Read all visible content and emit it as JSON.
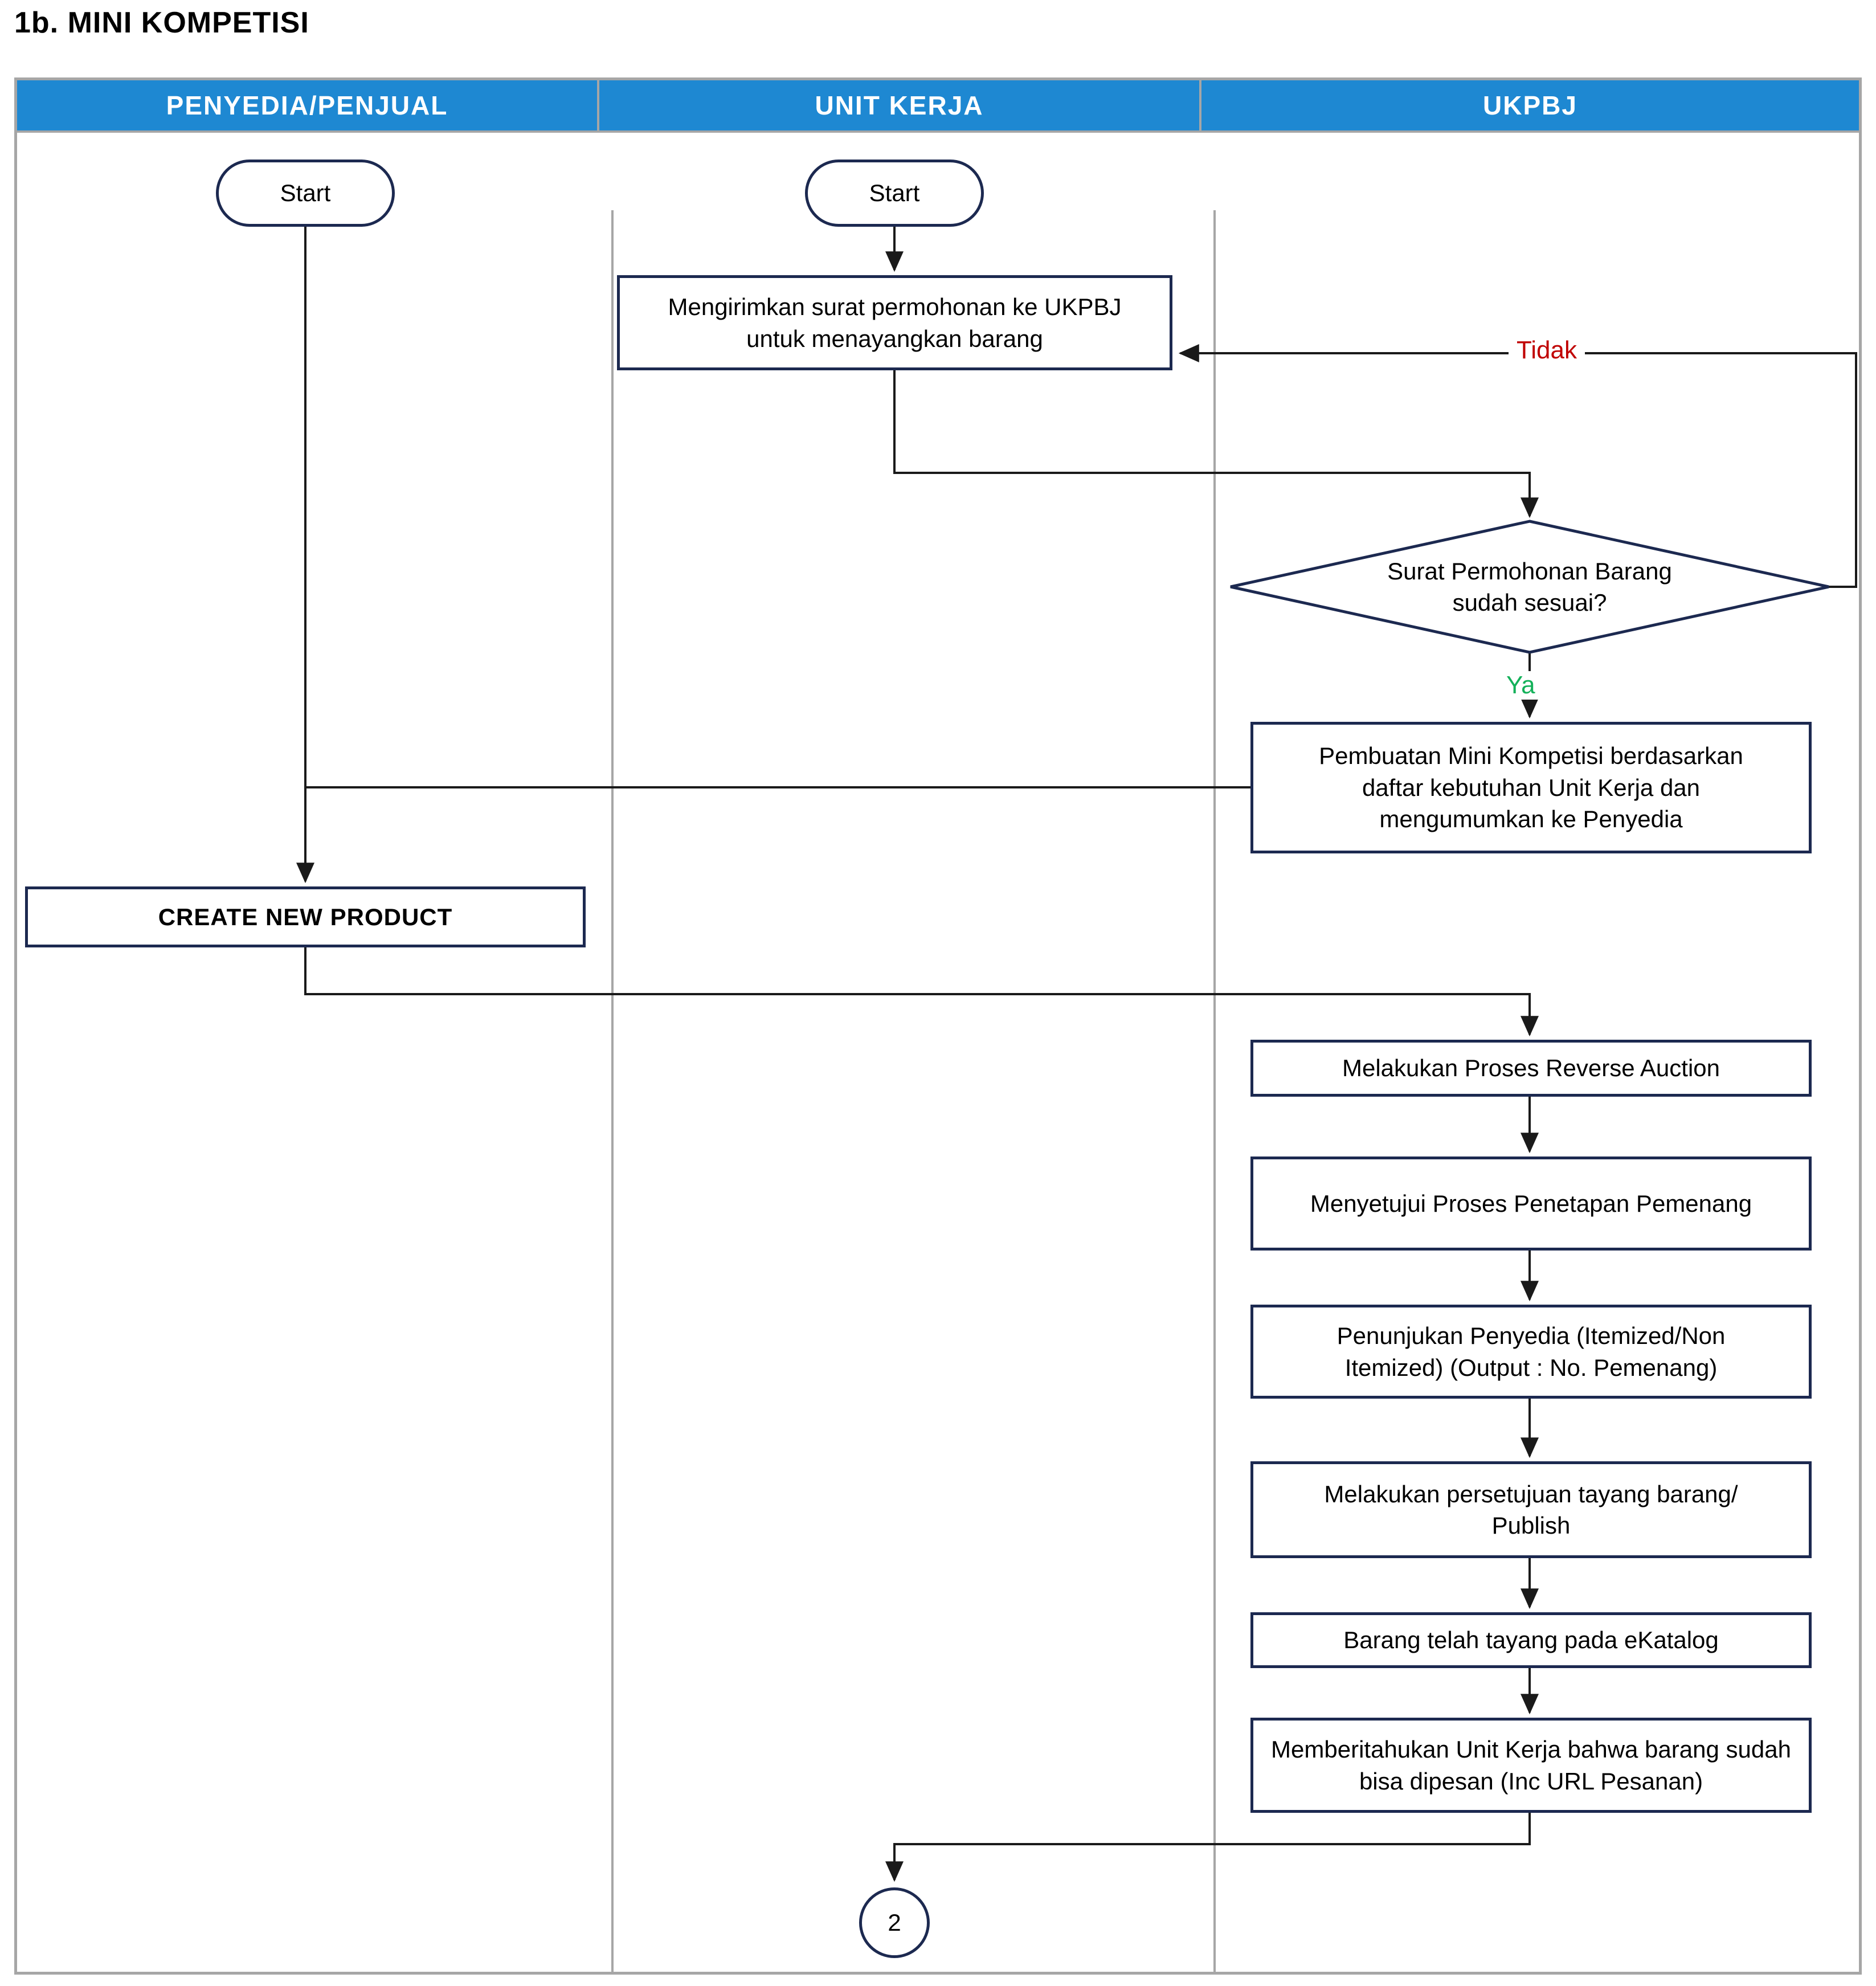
{
  "page": {
    "title": "1b. MINI KOMPETISI"
  },
  "swimlanes": [
    {
      "label": "PENYEDIA/PENJUAL"
    },
    {
      "label": "UNIT KERJA"
    },
    {
      "label": "UKPBJ"
    }
  ],
  "nodes": {
    "start_penyedia": {
      "type": "terminator",
      "lane": "PENYEDIA/PENJUAL",
      "text": "Start"
    },
    "start_unit_kerja": {
      "type": "terminator",
      "lane": "UNIT KERJA",
      "text": "Start"
    },
    "kirim_surat": {
      "type": "process",
      "lane": "UNIT KERJA",
      "text": "Mengirimkan surat permohonan ke UKPBJ untuk menayangkan barang"
    },
    "cek_surat": {
      "type": "decision",
      "lane": "UKPBJ",
      "text": "Surat Permohonan Barang sudah sesuai?"
    },
    "pembuatan_mini_kompetisi": {
      "type": "process",
      "lane": "UKPBJ",
      "text": "Pembuatan Mini Kompetisi berdasarkan daftar kebutuhan Unit Kerja dan mengumumkan ke Penyedia"
    },
    "create_new_product": {
      "type": "process",
      "lane": "PENYEDIA/PENJUAL",
      "text": "CREATE NEW PRODUCT"
    },
    "reverse_auction": {
      "type": "process",
      "lane": "UKPBJ",
      "text": "Melakukan Proses Reverse Auction"
    },
    "menyetujui_penetapan": {
      "type": "process",
      "lane": "UKPBJ",
      "text": "Menyetujui Proses Penetapan Pemenang"
    },
    "penunjukan_penyedia": {
      "type": "process",
      "lane": "UKPBJ",
      "text": "Penunjukan Penyedia (Itemized/Non Itemized) (Output : No. Pemenang)"
    },
    "persetujuan_tayang": {
      "type": "process",
      "lane": "UKPBJ",
      "text": "Melakukan persetujuan tayang barang/ Publish"
    },
    "barang_tayang": {
      "type": "process",
      "lane": "UKPBJ",
      "text": "Barang telah tayang pada eKatalog"
    },
    "memberitahukan_unit_kerja": {
      "type": "process",
      "lane": "UKPBJ",
      "text": "Memberitahukan Unit Kerja bahwa barang sudah bisa dipesan (Inc URL Pesanan)"
    },
    "connector_2": {
      "type": "off-page-connector",
      "lane": "UNIT KERJA",
      "text": "2"
    }
  },
  "edge_labels": {
    "no": "Tidak",
    "yes": "Ya"
  },
  "colors": {
    "header_bg": "#1e88d2",
    "header_text": "#ffffff",
    "node_border": "#1c2950",
    "connector": "#1a1a1a",
    "label_no": "#c00000",
    "label_yes": "#14b15a",
    "table_border": "#a6a6a6"
  }
}
